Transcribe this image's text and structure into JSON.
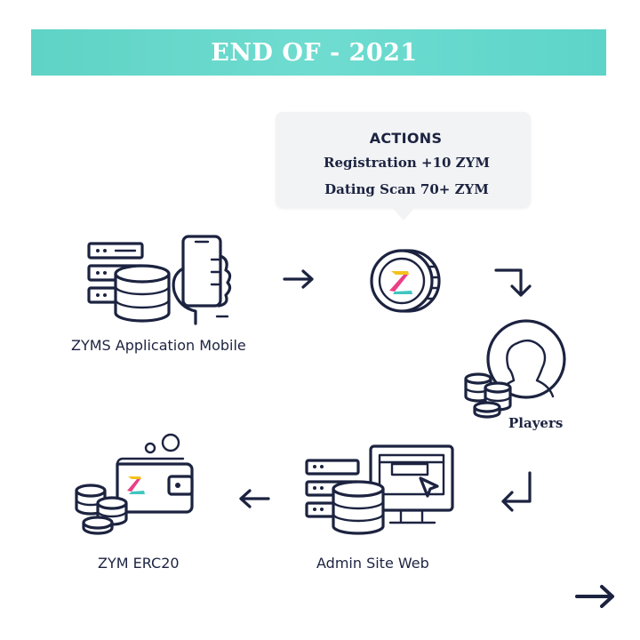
{
  "banner": {
    "title": "END OF - 2021"
  },
  "actions": {
    "title": "ACTIONS",
    "items": [
      "Registration +10 ZYM",
      "Dating Scan 70+ ZYM"
    ]
  },
  "nodes": {
    "mobile": {
      "label": "ZYMS Application Mobile",
      "icon": "server-phone-icon"
    },
    "coin": {
      "label": "",
      "icon": "zym-coin-icon"
    },
    "players": {
      "label": "Players",
      "icon": "player-avatar-icon"
    },
    "admin": {
      "label": "Admin Site Web",
      "icon": "server-monitor-icon"
    },
    "erc20": {
      "label": "ZYM ERC20",
      "icon": "wallet-coins-icon"
    }
  },
  "colors": {
    "banner": "#5fd3c5",
    "ink": "#1c2340",
    "bubble": "#f2f3f5",
    "logo_yellow": "#f4c21b",
    "logo_pink": "#ea3f86",
    "logo_teal": "#3fc7c0"
  }
}
